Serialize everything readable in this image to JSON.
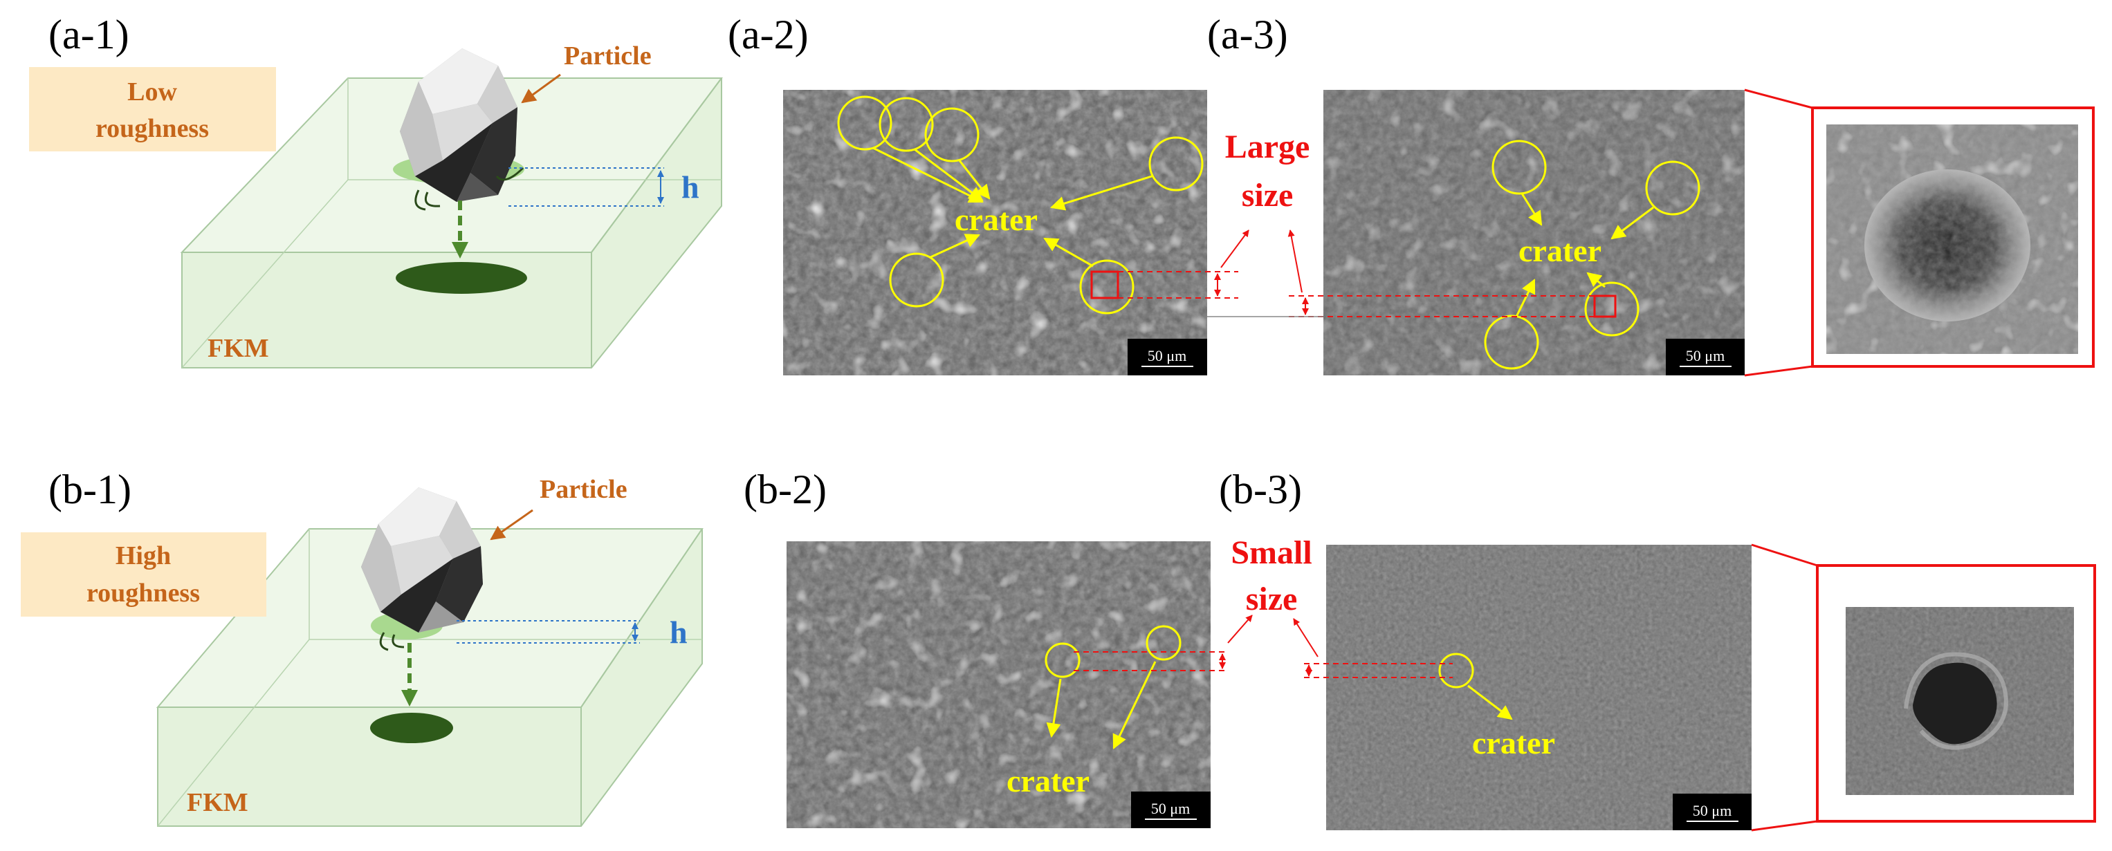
{
  "panels": {
    "a1": "(a-1)",
    "a2": "(a-2)",
    "a3": "(a-3)",
    "b1": "(b-1)",
    "b2": "(b-2)",
    "b3": "(b-3)"
  },
  "schematic_a": {
    "roughness_line1": "Low",
    "roughness_line2": "roughness",
    "particle": "Particle",
    "depth": "h",
    "material": "FKM"
  },
  "schematic_b": {
    "roughness_line1": "High",
    "roughness_line2": "roughness",
    "particle": "Particle",
    "depth": "h",
    "material": "FKM"
  },
  "size_a": {
    "line1": "Large",
    "line2": "size"
  },
  "size_b": {
    "line1": "Small",
    "line2": "size"
  },
  "crater": "crater",
  "scale_bar": "50 μm",
  "colors": {
    "roughness_box": "#fde9c4",
    "block": "#e4f2dc",
    "annotation_red": "#ee1111",
    "annotation_yellow": "#ffff00",
    "particle_label": "#c5651a",
    "h_blue": "#2e74c8",
    "sem_gray": "#6b6b6b"
  }
}
